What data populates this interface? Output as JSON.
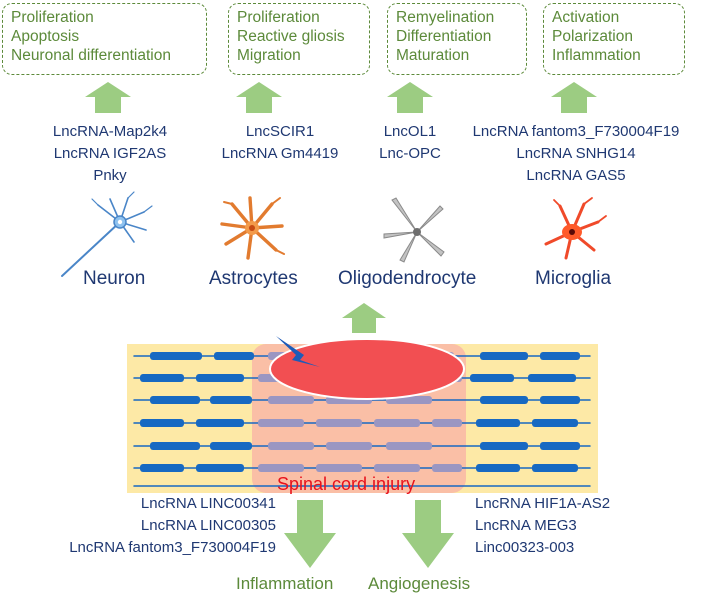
{
  "function_boxes": [
    {
      "lines": [
        "Proliferation",
        "Apoptosis",
        "Neuronal differentiation"
      ]
    },
    {
      "lines": [
        "Proliferation",
        "Reactive gliosis",
        "Migration"
      ]
    },
    {
      "lines": [
        "Remyelination",
        "Differentiation",
        "Maturation"
      ]
    },
    {
      "lines": [
        "Activation",
        "Polarization",
        "Inflammation"
      ]
    }
  ],
  "lncrna_groups": [
    {
      "lines": [
        "LncRNA-Map2k4",
        "LncRNA IGF2AS",
        "Pnky"
      ]
    },
    {
      "lines": [
        "LncSCIR1",
        "LncRNA Gm4419"
      ]
    },
    {
      "lines": [
        "LncOL1",
        "Lnc-OPC"
      ]
    },
    {
      "lines": [
        "LncRNA fantom3_F730004F19",
        "LncRNA SNHG14",
        "LncRNA GAS5"
      ]
    }
  ],
  "cells": [
    "Neuron",
    "Astrocytes",
    "Oligodendrocyte",
    "Microglia"
  ],
  "injury_label": "Spinal cord injury",
  "bottom_left": {
    "lines": [
      "LncRNA LINC00341",
      "LncRNA LINC00305",
      "LncRNA fantom3_F730004F19"
    ],
    "outcome": "Inflammation"
  },
  "bottom_right": {
    "lines": [
      "LncRNA HIF1A-AS2",
      "LncRNA MEG3",
      "Linc00323-003"
    ],
    "outcome": "Angiogenesis"
  },
  "colors": {
    "green_text": "#5c8a3a",
    "arrow_green": "#9ccc82",
    "navy": "#1f3872",
    "injury_red": "#f24f52",
    "tissue_yellow": "#fde9a6",
    "fiber_blue": "#1769c2"
  }
}
